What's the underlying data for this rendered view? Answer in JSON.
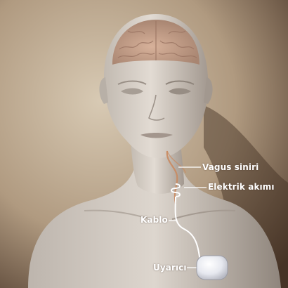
{
  "labels": {
    "vagus_siniri": "Vagus siniri",
    "elektrik_akimi": "Elektrik akımı",
    "kablo": "Kablo",
    "uyarici": "Uyarıcı"
  },
  "colors": {
    "background_dark": "#5a4535",
    "background_light": "#c8b8a2",
    "skin": "#d9d2c9",
    "skin_shadow": "#9c928a",
    "brain": "#c79f88",
    "nerve": "#c98a60",
    "cable": "#ffffff",
    "label_text": "#ffffff"
  }
}
